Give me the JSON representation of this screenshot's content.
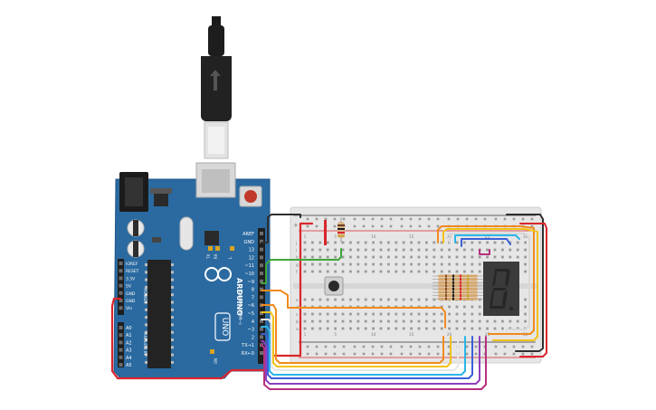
{
  "board": {
    "power_header": {
      "labels": [
        "IOREF",
        "RESET",
        "3.3V",
        "5V",
        "GND",
        "GND",
        "Vin"
      ],
      "title": "POWER"
    },
    "analog_header": {
      "labels": [
        "A0",
        "A1",
        "A2",
        "A3",
        "A4",
        "A5"
      ],
      "title": "ANALOG IN"
    },
    "digital_header": {
      "labels": [
        "AREF",
        "GND",
        "13",
        "12",
        "~11",
        "~10",
        "~9",
        "8",
        "7",
        "~6",
        "~5",
        "4",
        "~3",
        "2",
        "TX→1",
        "RX←0"
      ],
      "title": "DIGITAL (PWM~)"
    },
    "brand": "ARDUINO",
    "model": "UNO",
    "leds": [
      "TX",
      "RX",
      "L"
    ],
    "on_label": "ON"
  },
  "breadboard": {
    "plus": "+",
    "minus": "−",
    "row_labels_top": [
      "j",
      "i",
      "h",
      "g",
      "f"
    ],
    "row_labels_bottom": [
      "e",
      "d",
      "c",
      "b",
      "a"
    ],
    "column_numbers": [
      "1",
      "5",
      "10",
      "15",
      "20",
      "25",
      "30"
    ]
  },
  "display": {
    "digit": "8."
  },
  "colors": {
    "board": "#2b6aa0",
    "usb": "#1f1f1f",
    "breadboard": "#e6e6e6",
    "display": "#3b3b3b",
    "segment": "#2a2a2a",
    "wire_red": "#d9262c",
    "wire_black": "#2f2f2f",
    "wire_green": "#3fa63a",
    "wire_orange": "#f08a1c",
    "wire_yellow": "#f2c21b",
    "wire_white": "#e6e6e6",
    "wire_cyan": "#2bb5e8",
    "wire_blue": "#3b5fd6",
    "wire_purple": "#8e3fbf",
    "wire_magenta": "#b5317e"
  }
}
